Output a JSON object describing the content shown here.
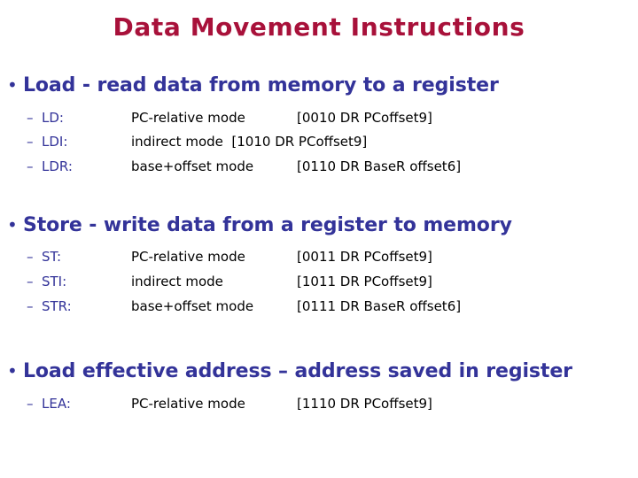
{
  "slide": {
    "title": "Data Movement Instructions",
    "bullet_glyph": "•",
    "dash_glyph": "–",
    "colors": {
      "title": "#a8113a",
      "bullet_text": "#333399",
      "sub_label": "#333399",
      "body_text": "#000000",
      "background": "#ffffff"
    },
    "sections": [
      {
        "heading": "Load - read data from memory to a register",
        "aligned_columns": false,
        "rows": [
          {
            "label": "LD:",
            "mode": "PC-relative mode",
            "encoding": "[0010 DR PCoffset9]",
            "inline": false
          },
          {
            "label": "LDI:",
            "mode": "indirect mode  [1010 DR PCoffset9]",
            "encoding": "",
            "inline": true
          },
          {
            "label": "LDR:",
            "mode": "base+offset mode",
            "encoding": "[0110 DR BaseR offset6]",
            "inline": false
          }
        ]
      },
      {
        "heading": "Store - write data from a register to memory",
        "aligned_columns": true,
        "rows": [
          {
            "label": "ST:",
            "mode": "PC-relative mode",
            "encoding": "[0011 DR PCoffset9]",
            "inline": false
          },
          {
            "label": "STI:",
            "mode": "indirect mode",
            "encoding": "[1011 DR PCoffset9]",
            "inline": false
          },
          {
            "label": "STR:",
            "mode": "base+offset mode",
            "encoding": "[0111 DR BaseR offset6]",
            "inline": false
          }
        ]
      },
      {
        "heading": "Load effective address – address saved in register",
        "aligned_columns": true,
        "rows": [
          {
            "label": "LEA:",
            "mode": "PC-relative mode",
            "encoding": "[1110 DR PCoffset9]",
            "inline": false
          }
        ]
      }
    ]
  }
}
